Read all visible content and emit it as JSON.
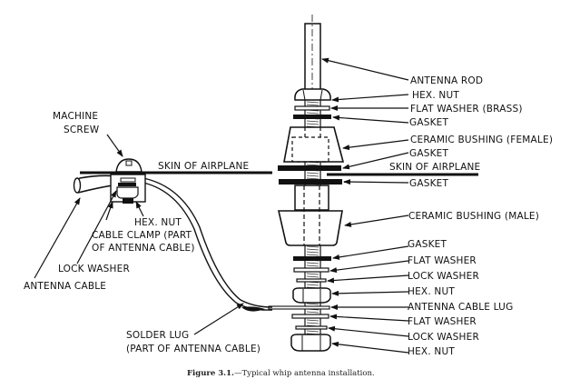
{
  "figure": {
    "caption_prefix": "Figure 3.1.",
    "caption_text": "—Typical whip antenna installation."
  },
  "right_labels": [
    {
      "id": "antenna-rod",
      "text": "ANTENNA ROD"
    },
    {
      "id": "hex-nut-top",
      "text": "HEX. NUT"
    },
    {
      "id": "flat-washer-brass",
      "text": "FLAT WASHER (BRASS)"
    },
    {
      "id": "gasket-1",
      "text": "GASKET"
    },
    {
      "id": "ceramic-bushing-female",
      "text": "CERAMIC BUSHING (FEMALE)"
    },
    {
      "id": "gasket-2",
      "text": "GASKET"
    },
    {
      "id": "skin-of-airplane-right",
      "text": "SKIN OF AIRPLANE"
    },
    {
      "id": "gasket-3",
      "text": "GASKET"
    },
    {
      "id": "ceramic-bushing-male",
      "text": "CERAMIC BUSHING (MALE)"
    },
    {
      "id": "gasket-4",
      "text": "GASKET"
    },
    {
      "id": "flat-washer-1",
      "text": "FLAT WASHER"
    },
    {
      "id": "lock-washer-1",
      "text": "LOCK WASHER"
    },
    {
      "id": "hex-nut-mid",
      "text": "HEX. NUT"
    },
    {
      "id": "antenna-cable-lug",
      "text": "ANTENNA CABLE LUG"
    },
    {
      "id": "flat-washer-2",
      "text": "FLAT WASHER"
    },
    {
      "id": "lock-washer-2",
      "text": "LOCK WASHER"
    },
    {
      "id": "hex-nut-bottom",
      "text": "HEX. NUT"
    }
  ],
  "left_labels": {
    "machine_screw_1": "MACHINE",
    "machine_screw_2": "SCREW",
    "skin_of_airplane": "SKIN OF AIRPLANE",
    "hex_nut": "HEX. NUT",
    "cable_clamp_1": "CABLE CLAMP (PART",
    "cable_clamp_2": "OF ANTENNA CABLE)",
    "lock_washer": "LOCK WASHER",
    "antenna_cable": "ANTENNA CABLE",
    "solder_lug_1": "SOLDER LUG",
    "solder_lug_2": "(PART OF ANTENNA CABLE)"
  }
}
